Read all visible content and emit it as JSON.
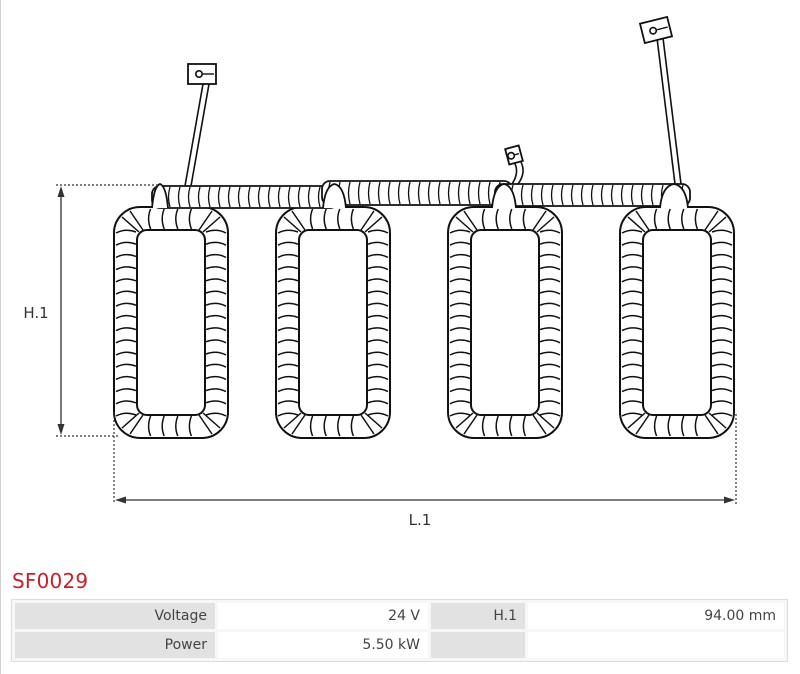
{
  "diagram": {
    "height_label": "H.1",
    "length_label": "L.1"
  },
  "product": {
    "code": "SF0029"
  },
  "specs": {
    "rows": [
      {
        "label1": "Voltage",
        "value1": "24 V",
        "label2": "H.1",
        "value2": "94.00 mm"
      },
      {
        "label1": "Power",
        "value1": "5.50 kW",
        "label2": "",
        "value2": ""
      }
    ]
  },
  "colors": {
    "code": "#c8202a",
    "label_cell": "#e2e2e2",
    "value_cell": "#ffffff",
    "line": "#111111"
  }
}
